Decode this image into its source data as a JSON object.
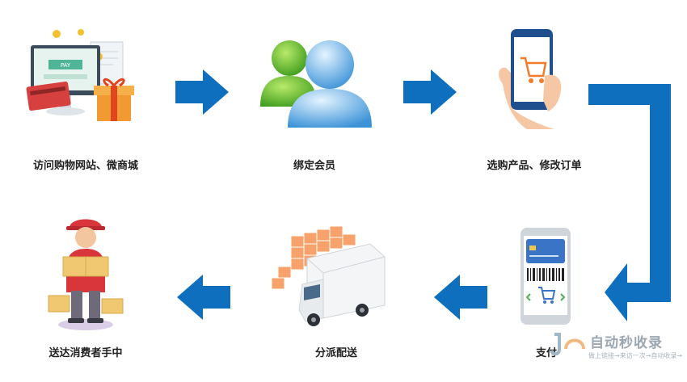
{
  "steps": [
    {
      "label": "访问购物网站、微商城",
      "icon": "computer-payment-icon"
    },
    {
      "label": "绑定会员",
      "icon": "members-icon"
    },
    {
      "label": "选购产品、修改订单",
      "icon": "phone-cart-icon"
    },
    {
      "label": "支付",
      "icon": "phone-barcode-icon"
    },
    {
      "label": "分派配送",
      "icon": "delivery-truck-icon"
    },
    {
      "label": "送达消费者手中",
      "icon": "courier-icon"
    }
  ],
  "watermark": {
    "title": "自动秒收录",
    "subtitle": "做上链接→来访一次→自动收录→"
  },
  "colors": {
    "arrow": "#0d6fbd",
    "text": "#222222"
  }
}
